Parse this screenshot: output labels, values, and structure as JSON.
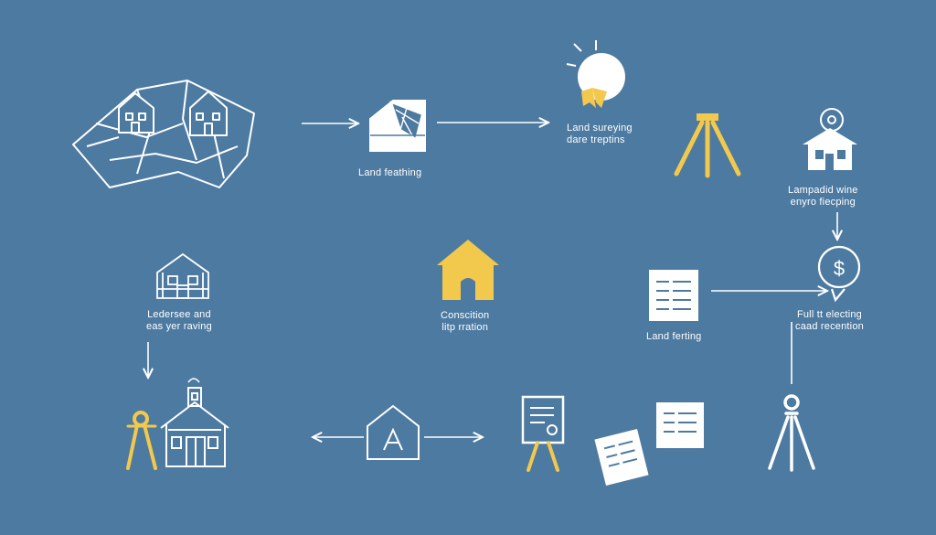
{
  "colors": {
    "background": "#4d7aa1",
    "stroke": "#ffffff",
    "accent": "#f2c94c"
  },
  "icons": [
    "map-tiles-icon",
    "house-with-map-icon",
    "lightbulb-award-icon",
    "tripod-icon",
    "house-location-icon",
    "dollar-cycle-icon",
    "townhouse-icon",
    "yellow-house-icon",
    "document-icon",
    "surveyor-tripod-icon",
    "barn-icon",
    "a-frame-house-icon",
    "certificate-easel-icon",
    "papers-icon",
    "theodolite-icon"
  ],
  "labels": {
    "land_feathing": "Land feathing",
    "land_surveying": "Land sureying",
    "dare_treptins": "dare treptins",
    "lampadid_wine": "Lampadid wine",
    "enyro_fiecping": "enyro fiecping",
    "ledersee_and": "Ledersee and",
    "easyer_raving": "eas yer raving",
    "conscition": "Conscition",
    "litp_rration": "litp rration",
    "land_ferting": "Land ferting",
    "full_electing": "Full tt electing",
    "caad_recention": "caad recention"
  }
}
